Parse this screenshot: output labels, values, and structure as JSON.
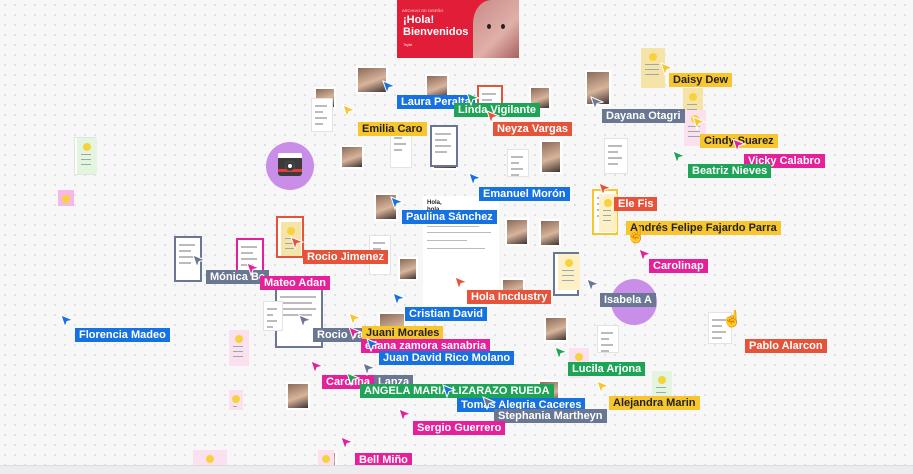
{
  "board": {
    "welcome_card": {
      "small_text": "ARCHIVO DE DISEÑO",
      "title_line1": "¡Hola!",
      "title_line2": "Bienvenidos",
      "logo_text": "Tsyfe"
    },
    "doc_title_line1": "Hola,",
    "doc_title_line2": "hola"
  },
  "colors": {
    "blue": "#1672e0",
    "orange": "#e5543a",
    "green": "#1ea456",
    "yellow": "#f7c52c",
    "pink": "#e4209a",
    "slate": "#6a7793",
    "camera_purple": "#c98ee8"
  },
  "collaborators": [
    {
      "name": "Laura Peralta",
      "color": "#1672e0"
    },
    {
      "name": "Emilia Caro",
      "color": "#f7c52c"
    },
    {
      "name": "Linda Vigilante",
      "color": "#1ea456"
    },
    {
      "name": "Neyza Vargas",
      "color": "#e5543a"
    },
    {
      "name": "Daisy Dew",
      "color": "#f7c52c"
    },
    {
      "name": "Dayana Otagri",
      "color": "#6a7793"
    },
    {
      "name": "Cindy Suarez",
      "color": "#f7c52c"
    },
    {
      "name": "Vicky Calabro",
      "color": "#e4209a"
    },
    {
      "name": "Beatriz Nieves",
      "color": "#1ea456"
    },
    {
      "name": "Emanuel Morón",
      "color": "#1672e0"
    },
    {
      "name": "Ele Fis",
      "color": "#e5543a"
    },
    {
      "name": "Paulina Sánchez",
      "color": "#1672e0"
    },
    {
      "name": "Andrés Felipe Fajardo Parra",
      "color": "#f7c52c"
    },
    {
      "name": "Rocio Jimenez",
      "color": "#e5543a"
    },
    {
      "name": "Carolinap",
      "color": "#e4209a"
    },
    {
      "name": "Mónica Be",
      "color": "#6a7793"
    },
    {
      "name": "Mateo Adan",
      "color": "#e4209a"
    },
    {
      "name": "Hola Incdustry",
      "color": "#e5543a"
    },
    {
      "name": "Isabela A",
      "color": "#6a7793"
    },
    {
      "name": "Cristian David",
      "color": "#1672e0"
    },
    {
      "name": "Florencia Madeo",
      "color": "#1672e0"
    },
    {
      "name": "Rocio Va",
      "color": "#6a7793"
    },
    {
      "name": "Juani Morales",
      "color": "#f7c52c"
    },
    {
      "name": "eliana zamora sanabria",
      "color": "#e4209a"
    },
    {
      "name": "Pablo Alarcon",
      "color": "#e5543a"
    },
    {
      "name": "Juan David Rico Molano",
      "color": "#1672e0"
    },
    {
      "name": "Lucila Arjona",
      "color": "#1ea456"
    },
    {
      "name": "Carolina",
      "color": "#e4209a"
    },
    {
      "name": "Lanza",
      "color": "#6a7793"
    },
    {
      "name": "ANGELA MARIA LIZARAZO RUEDA",
      "color": "#1ea456"
    },
    {
      "name": "Alejandra Marin",
      "color": "#f7c52c"
    },
    {
      "name": "Tomas Alegria Caceres",
      "color": "#1672e0"
    },
    {
      "name": "Stephania Martheyn",
      "color": "#6a7793"
    },
    {
      "name": "Sergio Guerrero",
      "color": "#e4209a"
    },
    {
      "name": "Bell Miño",
      "color": "#e4209a"
    }
  ],
  "icons": [
    "cursor-arrow-icon",
    "hand-pointer-icon",
    "camera-icon",
    "smiley-icon"
  ]
}
